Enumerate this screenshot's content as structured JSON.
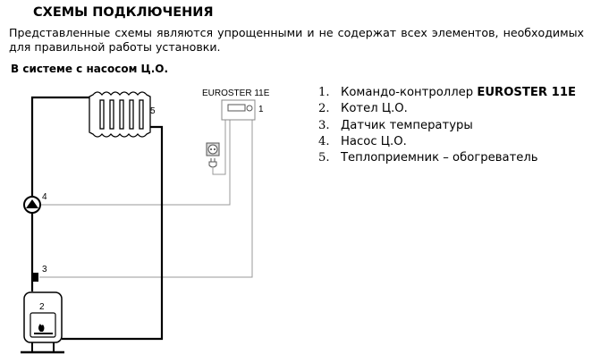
{
  "heading": "СХЕМЫ ПОДКЛЮЧЕНИЯ",
  "paragraph": "Представленные схемы являются упрощенными и не содержат всех элементов, необходимых для правильной работы установки.",
  "subheading": "В системе с насосом Ц.О.",
  "diagram": {
    "controller_label": "EUROSTER 11E",
    "markers": {
      "controller": "1",
      "boiler": "2",
      "sensor": "3",
      "pump": "4",
      "radiator": "5"
    }
  },
  "legend": [
    {
      "num": "1.",
      "text": "Командо-контроллер ",
      "bold": "EUROSTER 11E"
    },
    {
      "num": "2.",
      "text": "Котел Ц.О."
    },
    {
      "num": "3.",
      "text": "Датчик температуры"
    },
    {
      "num": "4.",
      "text": "Насос Ц.О."
    },
    {
      "num": "5.",
      "text": "Теплоприемник – обогреватель"
    }
  ]
}
